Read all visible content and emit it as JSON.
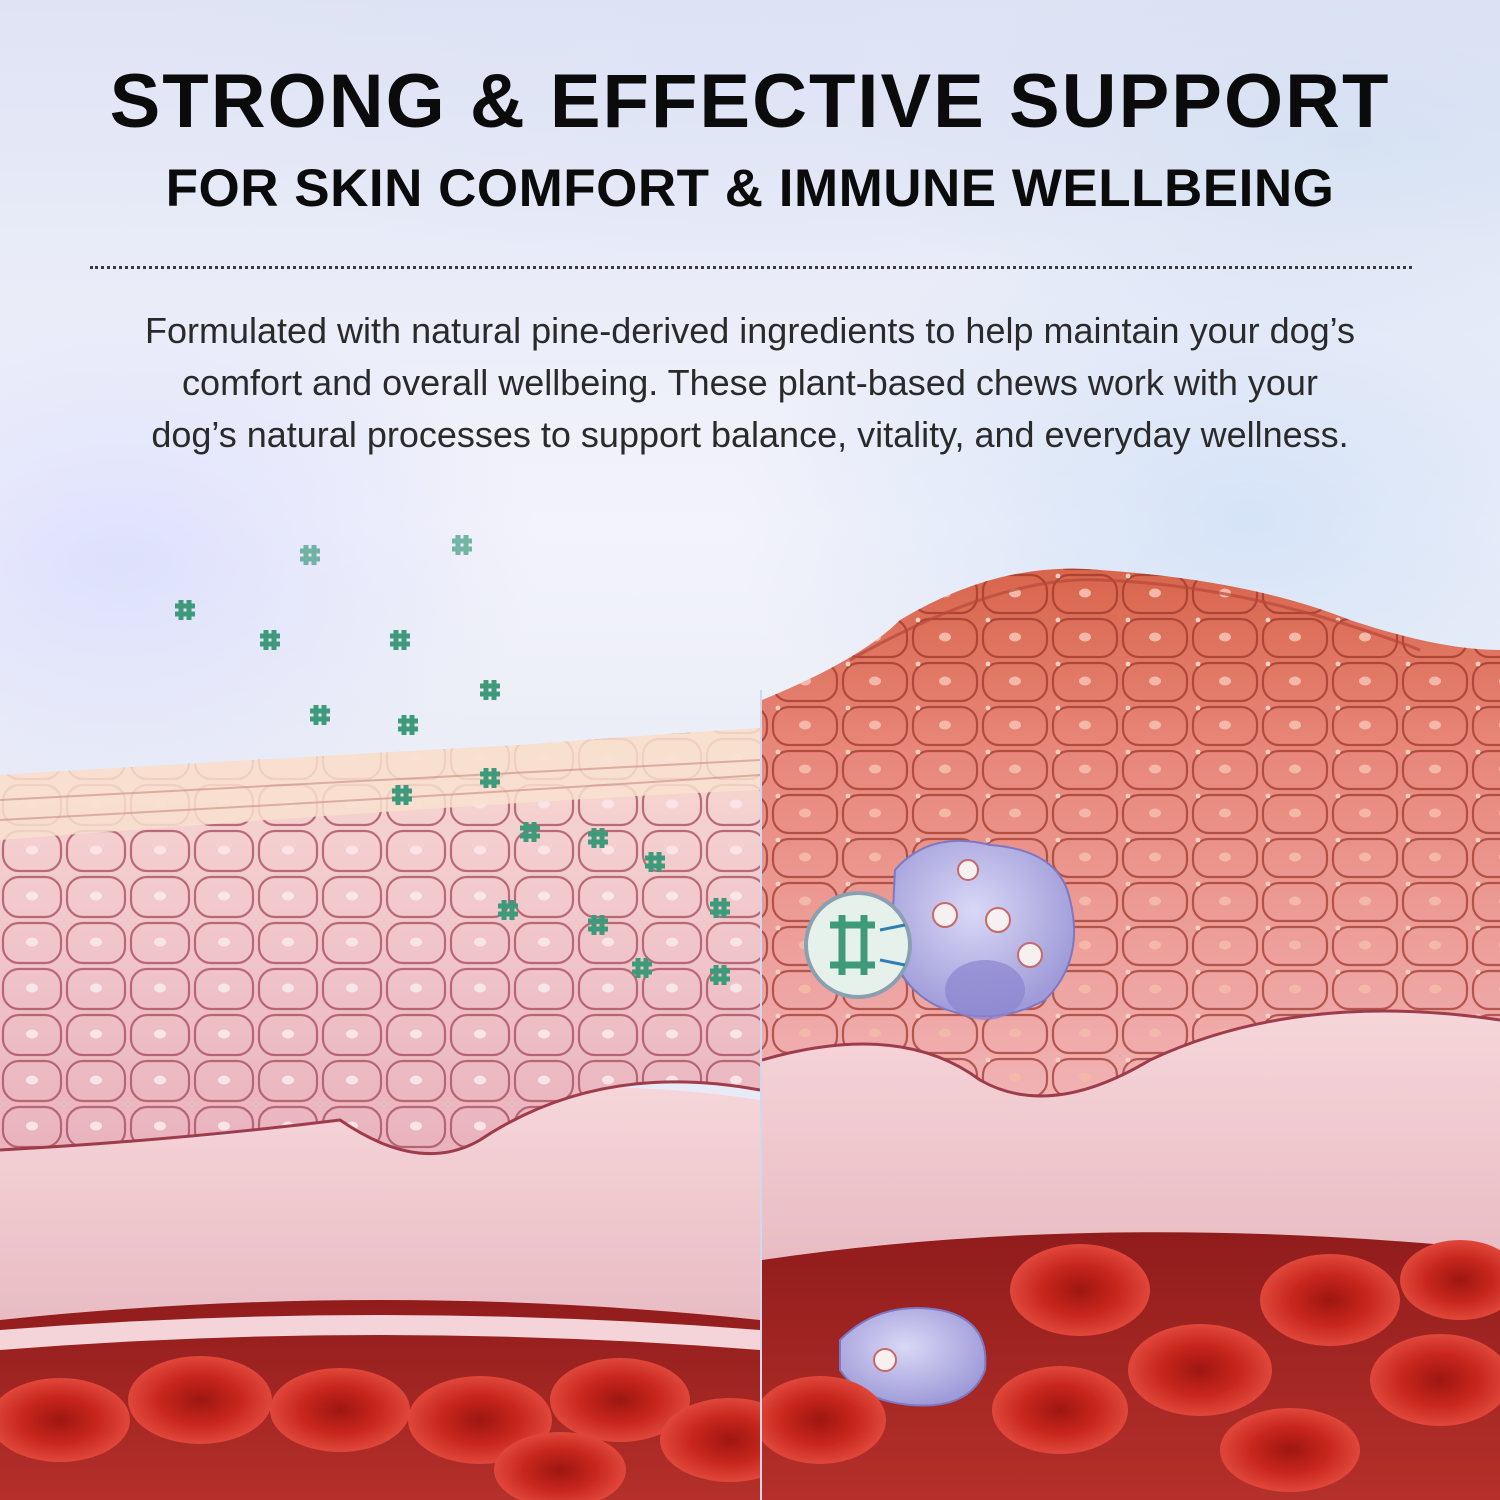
{
  "headline": "STRONG & EFFECTIVE SUPPORT",
  "subheadline": "FOR SKIN COMFORT & IMMUNE WELLBEING",
  "body_text": "Formulated with natural pine-derived ingredients to help maintain your dog’s comfort and overall wellbeing. These plant-based chews work with your dog’s natural processes to support balance, vitality, and everyday wellness.",
  "colors": {
    "healthy_tissue": "#f2c4c8",
    "inflamed_tissue": "#e07a62",
    "blood_cell": "#c8241c",
    "particle": "#3f9a7c",
    "immune_cell": "#b7b4e6"
  }
}
